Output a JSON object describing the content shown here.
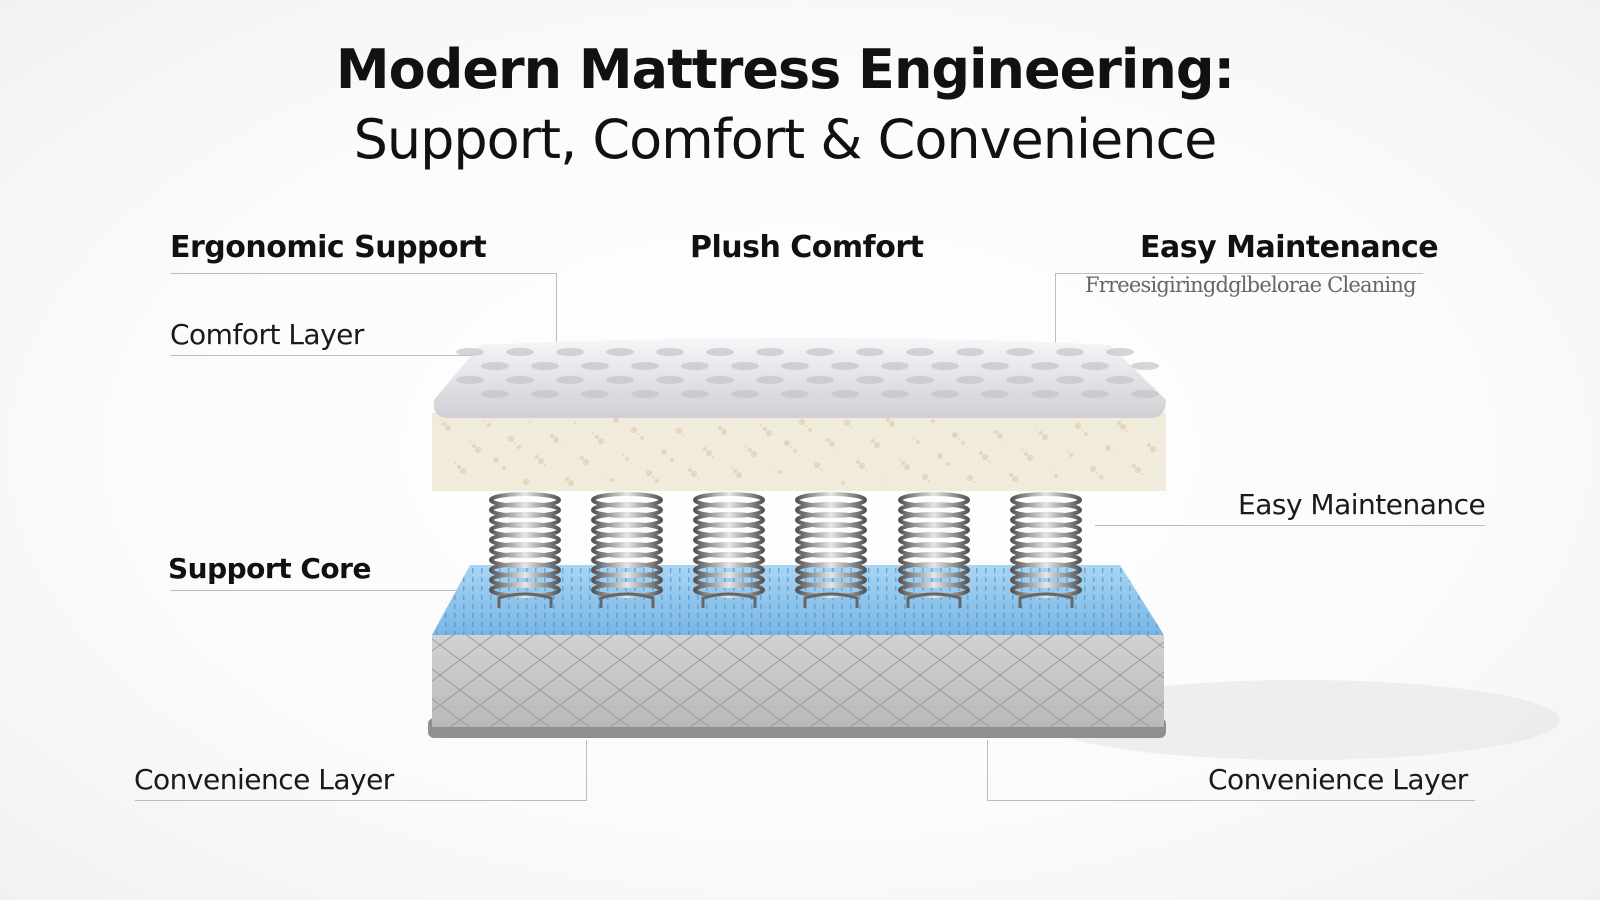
{
  "title": {
    "line1": "Modern Mattress Engineering:",
    "line2": "Support, Comfort & Convenience"
  },
  "headings": {
    "left": "Ergonomic Support",
    "center": "Plush Comfort",
    "right": "Easy Maintenance"
  },
  "labels": {
    "comfort_layer": "Comfort Layer",
    "garbled_subtitle": "Frreesigiringdglbelorae Cleaning",
    "easy_maintenance": "Easy Maintenance",
    "support_core": "Support Core",
    "convenience_left": "Convenience Layer",
    "convenience_right": "Convenience Layer"
  },
  "colors": {
    "quilt": "#e4e4e8",
    "foam": "#f1ebdb",
    "blue": "#8cc3ea",
    "base": "#c9c9c9",
    "spring": "#7a7d82"
  }
}
